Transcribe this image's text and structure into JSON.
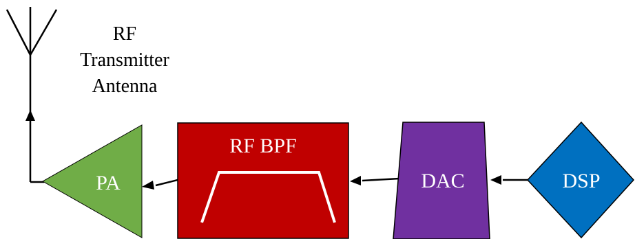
{
  "diagram": {
    "antenna_label": {
      "line1": "RF",
      "line2": "Transmitter",
      "line3": "Antenna"
    },
    "blocks": {
      "pa": {
        "label": "PA",
        "color": "#70AD47"
      },
      "bpf": {
        "label": "RF BPF",
        "color": "#C00000"
      },
      "dac": {
        "label": "DAC",
        "color": "#7030A0"
      },
      "dsp": {
        "label": "DSP",
        "color": "#0070C0"
      }
    },
    "line_color": "#000000",
    "text_color_light": "#ffffff",
    "text_color_dark": "#000000"
  }
}
